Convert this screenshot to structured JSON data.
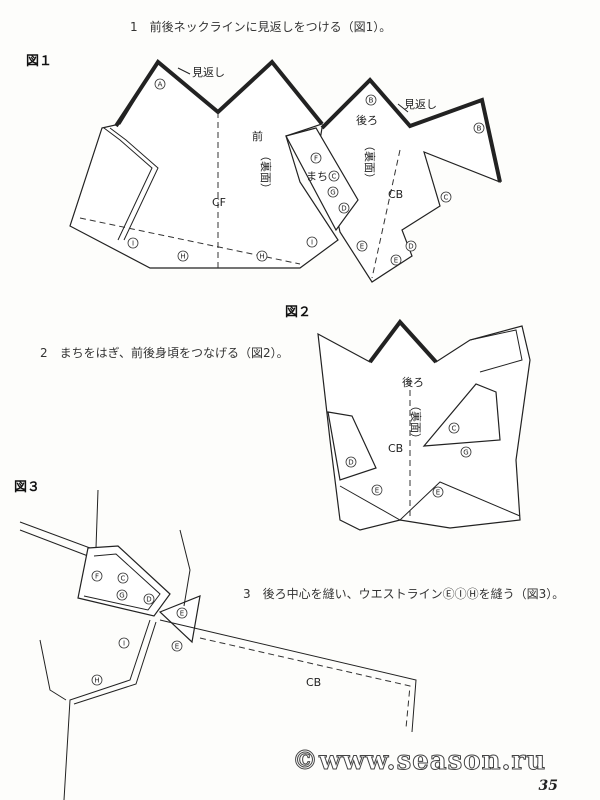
{
  "steps": [
    "1　前後ネックラインに見返しをつける（図1）。",
    "2　まちをはぎ、前後身頃をつなげる（図2）。",
    "3　後ろ中心を縫い、ウエストラインⒺⒾⒽを縫う（図3）。"
  ],
  "figures": {
    "fig1": {
      "title": "図１",
      "facing_front": "見返し",
      "facing_back": "見返し",
      "front": "前",
      "front_wrong": "（裏面）",
      "cf": "CF",
      "gusset": "まち",
      "back": "後ろ",
      "back_wrong": "（裏面）",
      "cb": "CB",
      "marks": [
        "A",
        "B",
        "B",
        "F",
        "C",
        "G",
        "D",
        "C",
        "E",
        "D",
        "E",
        "I",
        "H",
        "H",
        "I"
      ]
    },
    "fig2": {
      "title": "図２",
      "back": "後ろ",
      "back_wrong": "（裏面）",
      "cb": "CB",
      "marks": [
        "C",
        "G",
        "D",
        "E",
        "E"
      ]
    },
    "fig3": {
      "title": "図３",
      "cb": "CB",
      "marks": [
        "F",
        "C",
        "G",
        "D",
        "E",
        "I",
        "E",
        "H"
      ]
    }
  },
  "watermark": "©www.season.ru",
  "page_number": "35"
}
